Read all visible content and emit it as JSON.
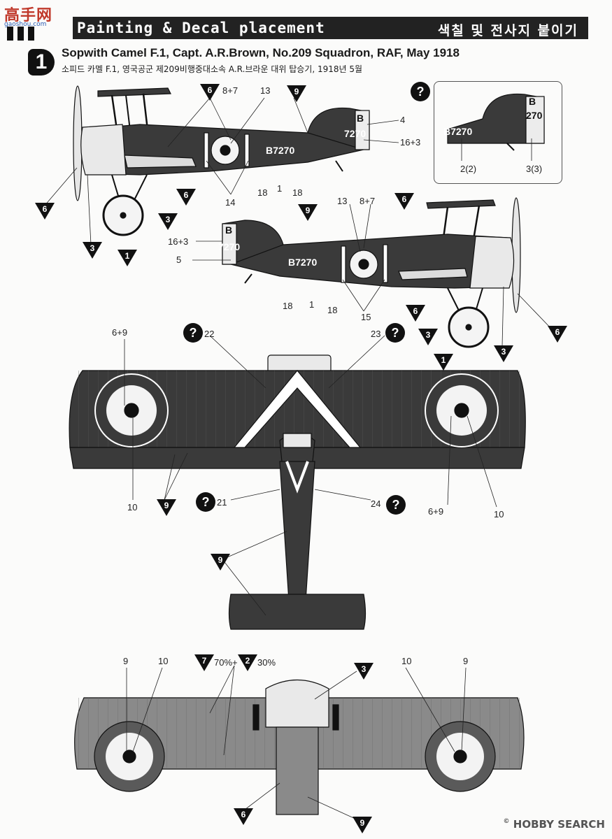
{
  "header": {
    "logo_cn": "高手网",
    "logo_url": "gaoshou.com",
    "title_en": "Painting & Decal placement",
    "title_ko": "색칠 및 전사지 붙이기"
  },
  "section": {
    "number": "1",
    "subtitle_en": "Sopwith Camel F.1,  Capt. A.R.Brown, No.209 Squadron, RAF, May 1918",
    "subtitle_ko": "소피드 카멜 F.1, 영국공군 제209비행중대소속 A.R.브라운 대위 탑승기, 1918년 5월"
  },
  "aircraft": {
    "serial": "B7270",
    "code": "7270",
    "letter": "B"
  },
  "inset": {
    "serial": "B7270",
    "code": "270",
    "letter": "B",
    "label_left": "2(2)",
    "label_right": "3(3)"
  },
  "side_view_top": {
    "labels": [
      "8+7",
      "13",
      "4",
      "16+3",
      "18",
      "1",
      "18",
      "14"
    ],
    "markers": [
      "6",
      "9",
      "6",
      "6",
      "3",
      "3",
      "1"
    ]
  },
  "side_view_bottom": {
    "labels": [
      "13",
      "8+7",
      "16+3",
      "5",
      "18",
      "1",
      "18",
      "15"
    ],
    "markers": [
      "9",
      "6",
      "6",
      "3",
      "3",
      "1",
      "6"
    ]
  },
  "top_view": {
    "labels": [
      "6+9",
      "22",
      "23",
      "10",
      "21",
      "24",
      "6+9",
      "10"
    ],
    "markers": [
      "9",
      "9"
    ]
  },
  "bottom_view": {
    "labels": [
      "9",
      "10",
      "10",
      "9",
      "70%+",
      "30%"
    ],
    "markers": [
      "7",
      "2",
      "3",
      "6",
      "9"
    ]
  },
  "watermark": {
    "brand": "HOBBY SEARCH",
    "reg": "©"
  },
  "colors": {
    "dark_fuselage": "#3a3a3a",
    "light": "#e9e9e9",
    "mid_gray": "#8a8a8a",
    "black": "#111111"
  }
}
